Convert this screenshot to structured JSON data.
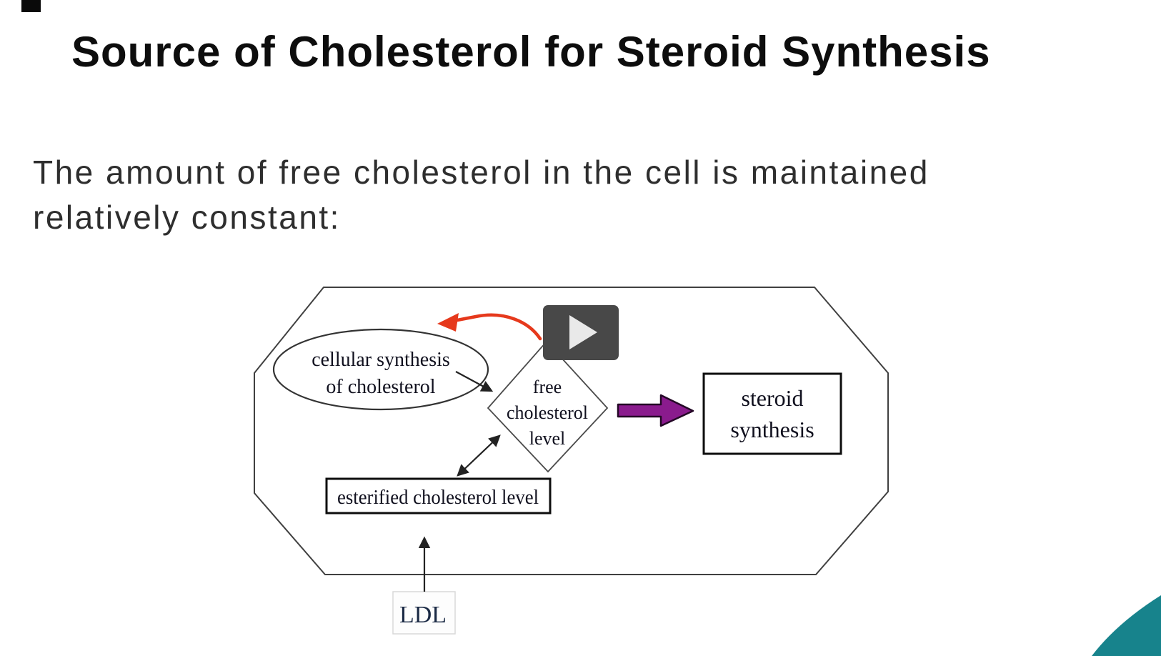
{
  "slide": {
    "title": "Source of Cholesterol for Steroid Synthesis",
    "subtitle_line1": "The amount of free cholesterol in the cell is maintained",
    "subtitle_line2": "relatively constant:"
  },
  "diagram": {
    "cell_synthesis_ellipse": {
      "line1": "cellular synthesis",
      "line2": "of cholesterol"
    },
    "free_cholesterol_diamond": {
      "line1": "free",
      "line2": "cholesterol",
      "line3": "level"
    },
    "steroid_synthesis_box": {
      "line1": "steroid",
      "line2": "synthesis"
    },
    "esterified_box": {
      "label": "esterified cholesterol level"
    },
    "ldl_box": {
      "label": "LDL"
    }
  },
  "video_player": {
    "play_icon": "play-triangle"
  },
  "colors": {
    "feedback_arrow_red": "#e6391c",
    "flow_arrow_purple": "#8a1b8d",
    "line_black": "#222222",
    "corner_accent_teal": "#17838c",
    "play_button_bg": "#484848"
  }
}
